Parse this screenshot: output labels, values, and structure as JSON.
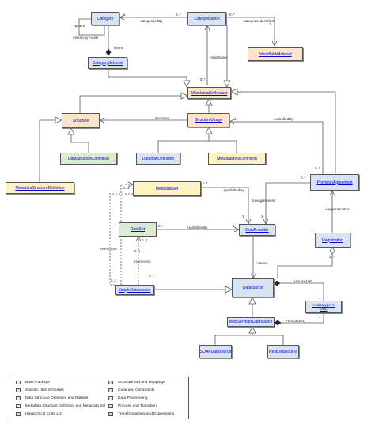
{
  "classes": {
    "category": "Category",
    "categorisation": "Categorisation",
    "category_scheme": "CategoryScheme",
    "identifiable_artefact": "IdentifiableArtefact",
    "maintainable_artefact": "MaintainableArtefact",
    "structure": "Structure",
    "structure_usage": "StructureUsage",
    "data_structure_definition": "DataStructureDefinition",
    "dataflow_definition": "DataflowDefinition",
    "metadataflow_definition": "MetadataflowDefinition",
    "metadata_structure_definition": "MetadataStructureDefinition",
    "provision_agreement": "ProvisionAgreement",
    "metadata_set": "MetadataSet",
    "data_set": "DataSet",
    "data_provider": "DataProvider",
    "registration": "Registration",
    "simple_datasource": "SimpleDatasource",
    "datasource": "Datasource",
    "datatype_url": "<<datatype>>\nURL",
    "web_services_datasource": "WebServicesDatasource",
    "soap_datasource": "SOAPDatasource",
    "rest_datasource": "RestDatasource"
  },
  "labels": {
    "one_a": "1",
    "many_a": "0..*",
    "categorised_by": "+categorisedBy",
    "many_b": "0..*",
    "one_b": "1",
    "categorised_artefact": "+categorisedArtefact",
    "parent": "+parent",
    "hierarchy_units": "/hierarchy +units",
    "items": "/items",
    "maintainer": "+maintainer",
    "many_c": "0..*",
    "one_c": "1",
    "structure_role": "structure",
    "controlled_by": "controlledBy",
    "one_d": "1",
    "many_d": "0..*",
    "many_e": "0..*",
    "one_e": "1",
    "published_by": "+publishedBy",
    "flow_agreement": "flowAgreement",
    "many_f": "0..*",
    "one_f": "1",
    "published_by_2": "+publishedBy",
    "many_g": "0..*",
    "one_g": "1",
    "registration_for": "+registrationFor",
    "one_h": "1",
    "references": "references",
    "references_2": "references",
    "zero_one_a": "0..1",
    "zero_one_b": "0..1",
    "many_h": "0..*",
    "zero_one_c": "0..1",
    "zero_one_d": "0..1",
    "source": "+source",
    "one_i": "1..*",
    "source_url": "+sourceURL",
    "wsdl_url": "+WSDLURL",
    "one_j": "1",
    "one_k": "1"
  },
  "legend": [
    {
      "label": "Base Package",
      "color": "#fbe5c8"
    },
    {
      "label": "Specific Item Schemes",
      "color": "#d8e4f4"
    },
    {
      "label": "Data Structure Definition and Dataset",
      "color": "#dbead2"
    },
    {
      "label": "Metadata Structure Definition and Metadata Set",
      "color": "#fff2c4"
    },
    {
      "label": "Hierarchical Code List",
      "color": "#e4d4ec"
    },
    {
      "label": "Structure Set and Mappings",
      "color": "#f2c4bc"
    },
    {
      "label": "Cube and Constraints",
      "color": "#f4d8d8"
    },
    {
      "label": "Data Provisioning",
      "color": "#d8e4f4"
    },
    {
      "label": "Process and Transition",
      "color": "#dde6ee"
    },
    {
      "label": "Transformations and Expressions",
      "color": "#c8d4f0"
    }
  ]
}
